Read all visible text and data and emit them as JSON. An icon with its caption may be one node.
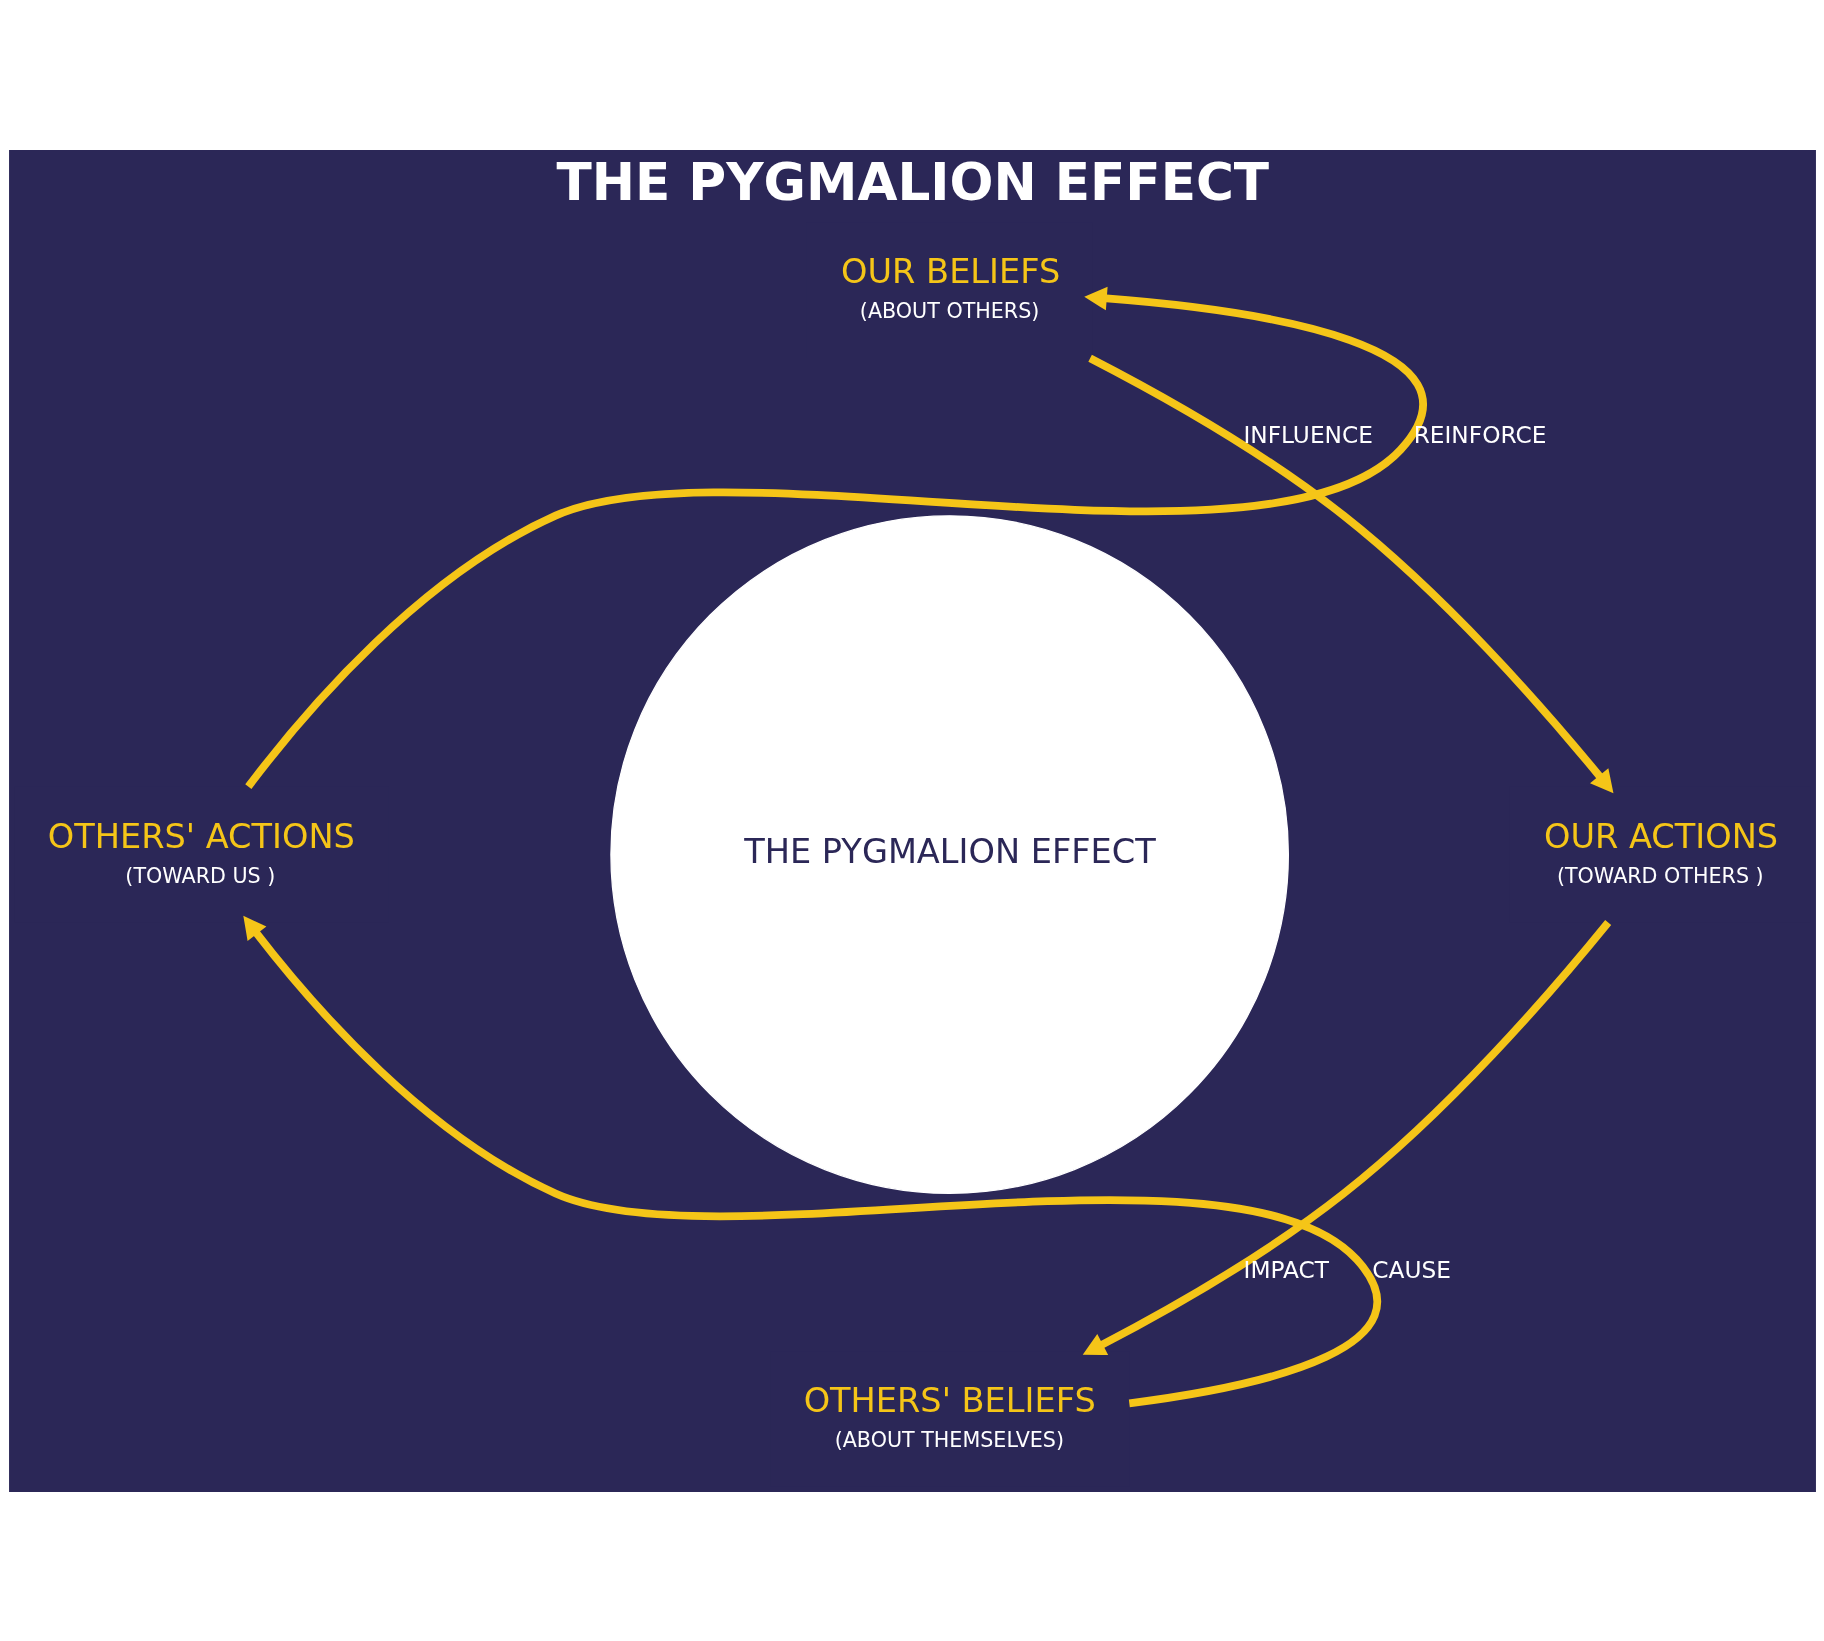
{
  "diagram": {
    "title": "THE PYGMALION EFFECT",
    "nodes": [
      {
        "text": [
          "THE PYGMALION EFFECT"
        ]
      },
      {
        "text": [
          "OUR BELIEFS",
          "(ABOUT OTHERS)"
        ]
      },
      {
        "text": [
          "OUR ACTIONS",
          "(TOWARD OTHERS )"
        ]
      },
      {
        "text": [
          "OTHERS' BELIEFS",
          "(ABOUT THEMSELVES)"
        ]
      },
      {
        "text": [
          "OTHERS' ACTIONS",
          "(TOWARD US )"
        ]
      }
    ],
    "edges": [
      {
        "from": 1,
        "to": 2,
        "arrow": "to",
        "label": "INFLUENCE"
      },
      {
        "from": 2,
        "to": 3,
        "arrow": "to",
        "label": "IMPACT"
      },
      {
        "from": 3,
        "to": 4,
        "arrow": "to",
        "label": "CAUSE"
      },
      {
        "from": 4,
        "to": 1,
        "arrow": "to",
        "label": "REINFORCE"
      }
    ]
  }
}
